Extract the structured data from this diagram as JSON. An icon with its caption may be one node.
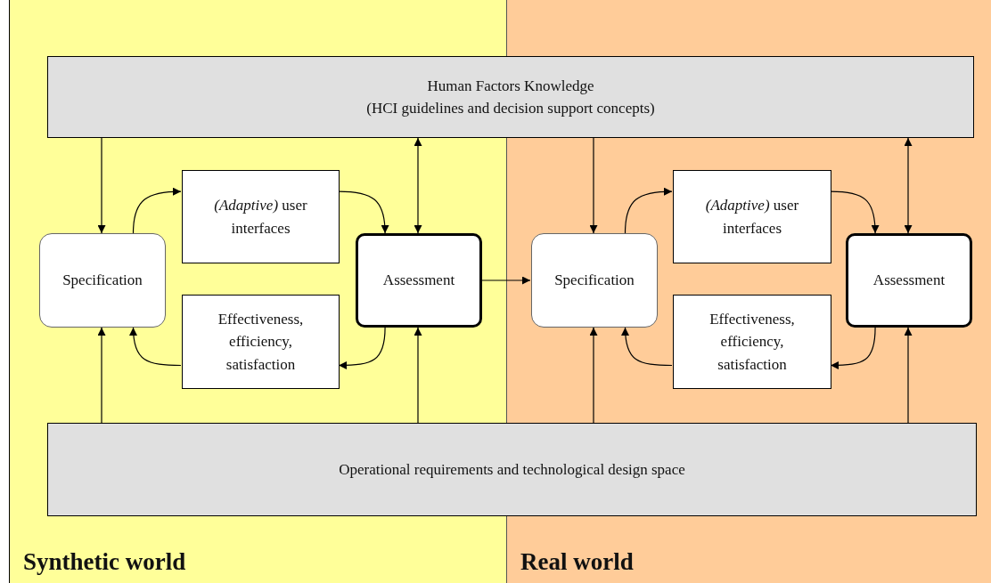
{
  "diagram": {
    "nodes": [
      {
        "text": [
          "Synthetic world"
        ]
      },
      {
        "text": [
          "Real world"
        ]
      },
      {
        "text": [
          "Human Factors Knowledge",
          "(HCI guidelines and decision support concepts)"
        ]
      },
      {
        "text": [
          "Specification"
        ],
        "in": 0
      },
      {
        "text": [
          "*(Adaptive)* user interfaces"
        ],
        "in": 0
      },
      {
        "text": [
          "Assessment"
        ],
        "in": 0
      },
      {
        "text": [
          "Effectiveness, efficiency, satisfaction"
        ],
        "in": 0
      },
      {
        "text": [
          "Specification"
        ],
        "in": 1
      },
      {
        "text": [
          "*(Adaptive)* user interfaces"
        ],
        "in": 1
      },
      {
        "text": [
          "Assessment"
        ],
        "in": 1
      },
      {
        "text": [
          "Effectiveness, efficiency, satisfaction"
        ],
        "in": 1
      },
      {
        "text": [
          "Operational requirements and technological design space"
        ]
      }
    ],
    "edges": [
      {
        "from": 2,
        "to": 3,
        "arrow": "to"
      },
      {
        "from": 3,
        "to": 4,
        "arrow": "to"
      },
      {
        "from": 4,
        "to": 5,
        "arrow": "to"
      },
      {
        "from": 5,
        "to": 2,
        "arrow": "both"
      },
      {
        "from": 5,
        "to": 6,
        "arrow": "to"
      },
      {
        "from": 6,
        "to": 3,
        "arrow": "to"
      },
      {
        "from": 11,
        "to": 3,
        "arrow": "to"
      },
      {
        "from": 11,
        "to": 5,
        "arrow": "to"
      },
      {
        "from": 5,
        "to": 7,
        "arrow": "to"
      },
      {
        "from": 2,
        "to": 7,
        "arrow": "to"
      },
      {
        "from": 7,
        "to": 8,
        "arrow": "to"
      },
      {
        "from": 8,
        "to": 9,
        "arrow": "to"
      },
      {
        "from": 9,
        "to": 2,
        "arrow": "both"
      },
      {
        "from": 9,
        "to": 10,
        "arrow": "to"
      },
      {
        "from": 10,
        "to": 7,
        "arrow": "to"
      },
      {
        "from": 11,
        "to": 7,
        "arrow": "to"
      },
      {
        "from": 11,
        "to": 9,
        "arrow": "to"
      }
    ]
  }
}
